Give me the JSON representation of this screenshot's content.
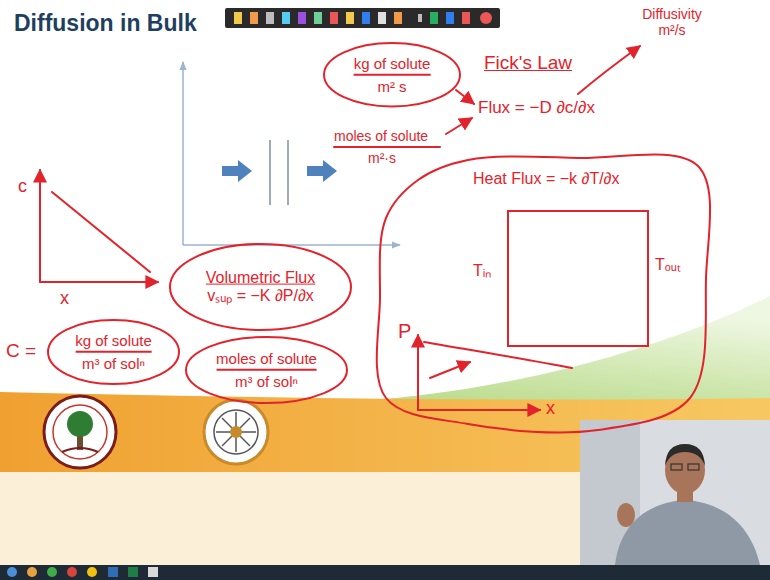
{
  "diagram": {
    "title": "Diffusion in Bulk",
    "nodes": [
      {
        "text": [
          "kg of solute",
          "m² s"
        ]
      },
      {
        "text": [
          "Heat Flux = −k ∂T/∂x"
        ]
      },
      {
        "text": [
          "Tᵢₙ",
          "Tₒᵤₜ"
        ],
        "in": 1
      },
      {
        "text": [
          "Volumetric Flux",
          "vₛᵤₚ = −K ∂P/∂x"
        ]
      },
      {
        "text": [
          "kg of solute",
          "m³ of solⁿ"
        ]
      },
      {
        "text": [
          "moles of solute",
          "m³ of solⁿ"
        ]
      }
    ],
    "labels": [
      "Diffusivity m²/s",
      "Fick's Law",
      "Flux = −D ∂c/∂x",
      "moles of solute",
      "m²·s",
      "c",
      "x",
      "C =",
      "P",
      "x"
    ]
  }
}
